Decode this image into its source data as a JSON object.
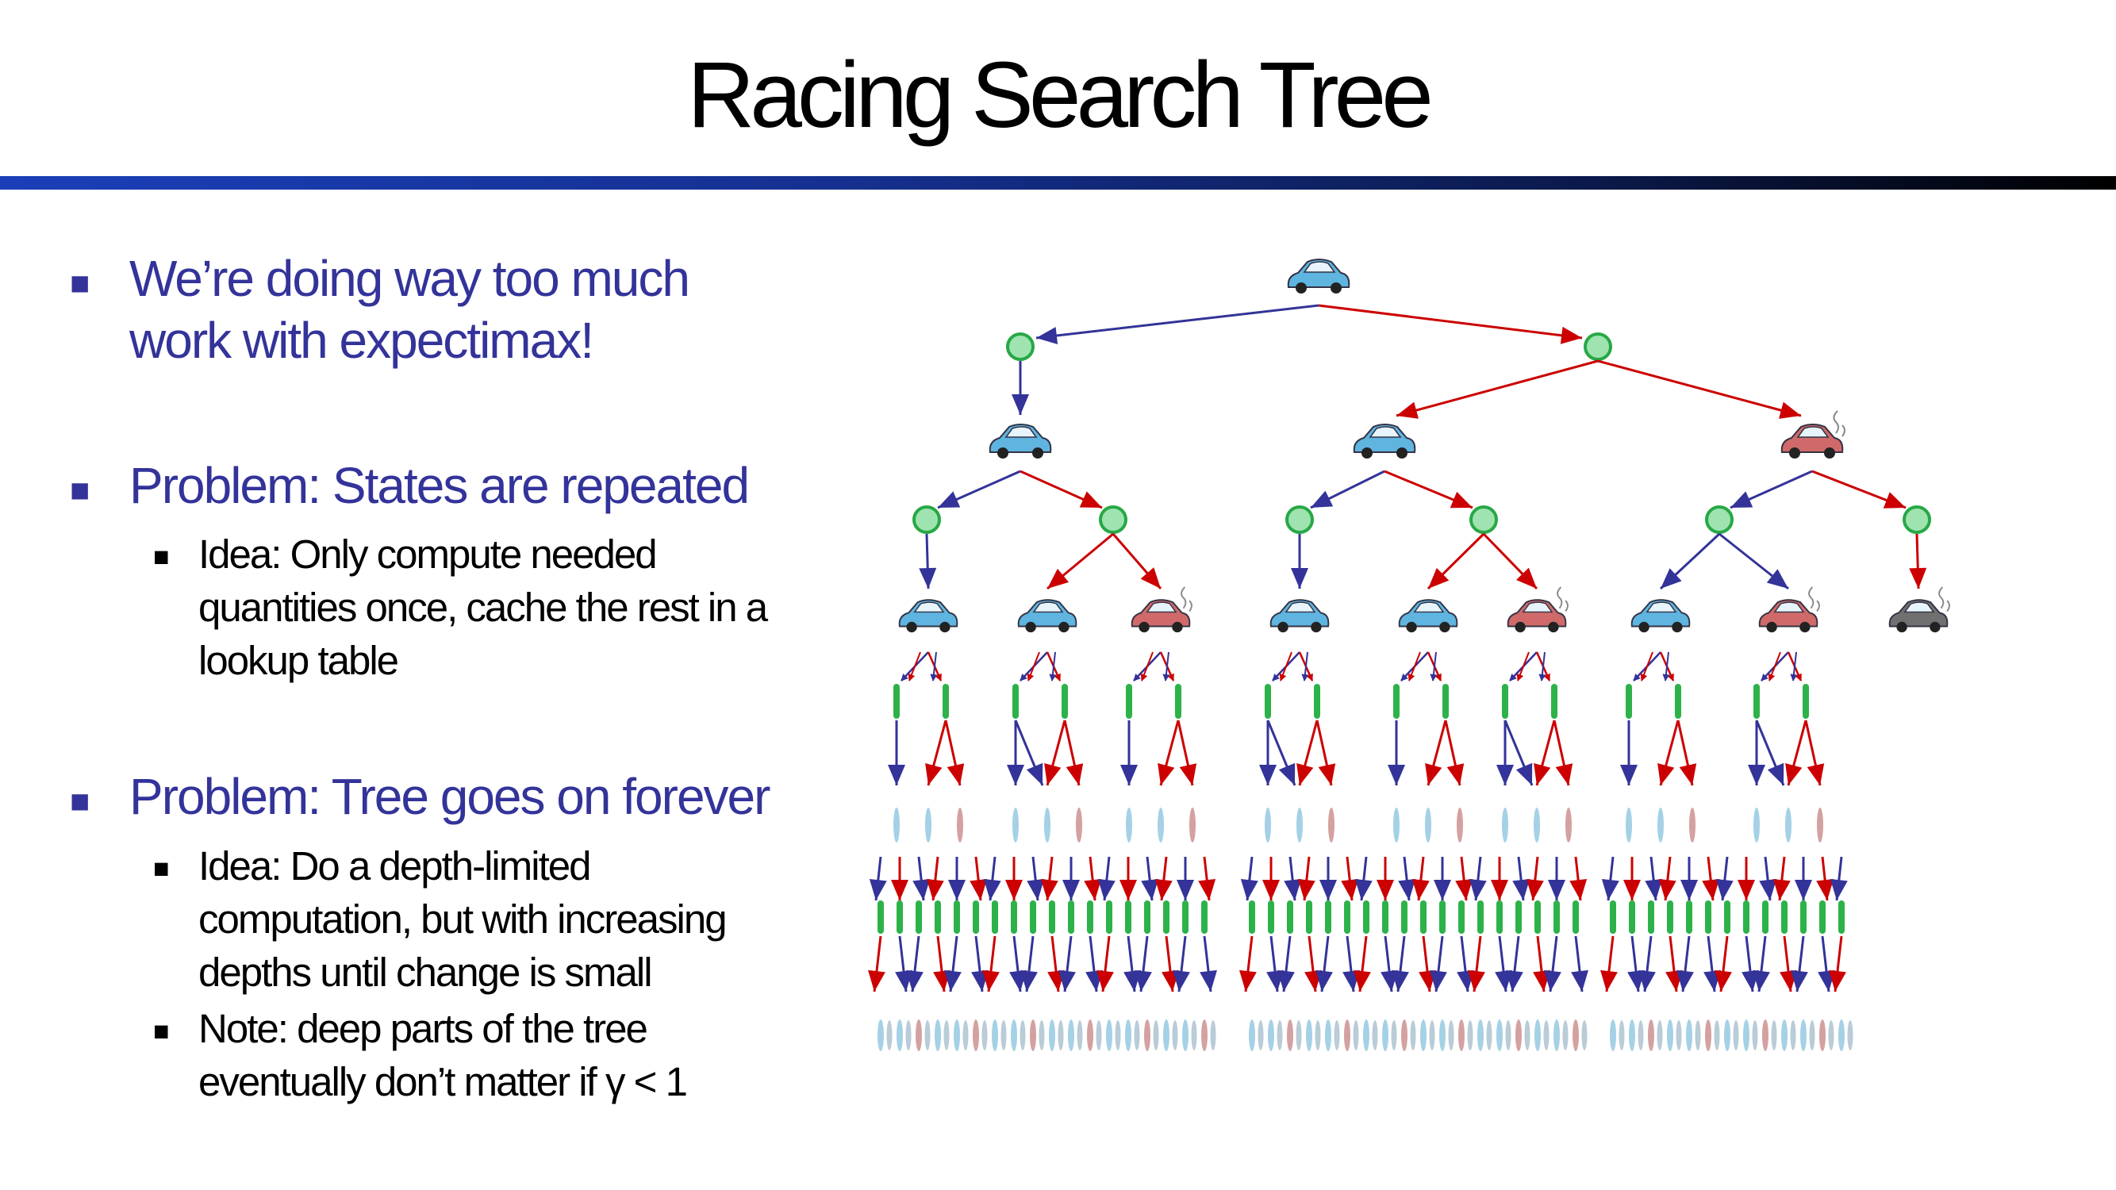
{
  "slide": {
    "title": "Racing Search Tree",
    "bullets": [
      {
        "text": "We’re doing way too much work with expectimax!",
        "sub": []
      },
      {
        "text": "Problem: States are repeated",
        "sub": [
          "Idea: Only compute needed quantities once, cache the rest in a lookup table"
        ]
      },
      {
        "text": "Problem: Tree goes on forever",
        "sub": [
          "Idea: Do a depth-limited computation, but with increasing depths until change is small",
          "Note: deep parts of the tree eventually don’t matter if γ < 1"
        ]
      }
    ],
    "bullet_glyph": "■"
  },
  "tree": {
    "root_state": "cool",
    "actions": [
      "slow",
      "fast"
    ],
    "action_colors": {
      "slow": "#333399",
      "fast": "#cc0000"
    },
    "state_colors": {
      "cool": "#5fb4e0",
      "warm": "#d06a6a",
      "overheated": "#707070"
    },
    "chance_node_color": "#9ee3b0",
    "chance_node_border": "#27a845",
    "states_depth1": [
      "cool",
      "cool",
      "warm"
    ],
    "states_depth2": [
      "cool",
      "cool",
      "warm",
      "cool",
      "cool",
      "warm",
      "cool",
      "warm",
      "overheated"
    ]
  }
}
